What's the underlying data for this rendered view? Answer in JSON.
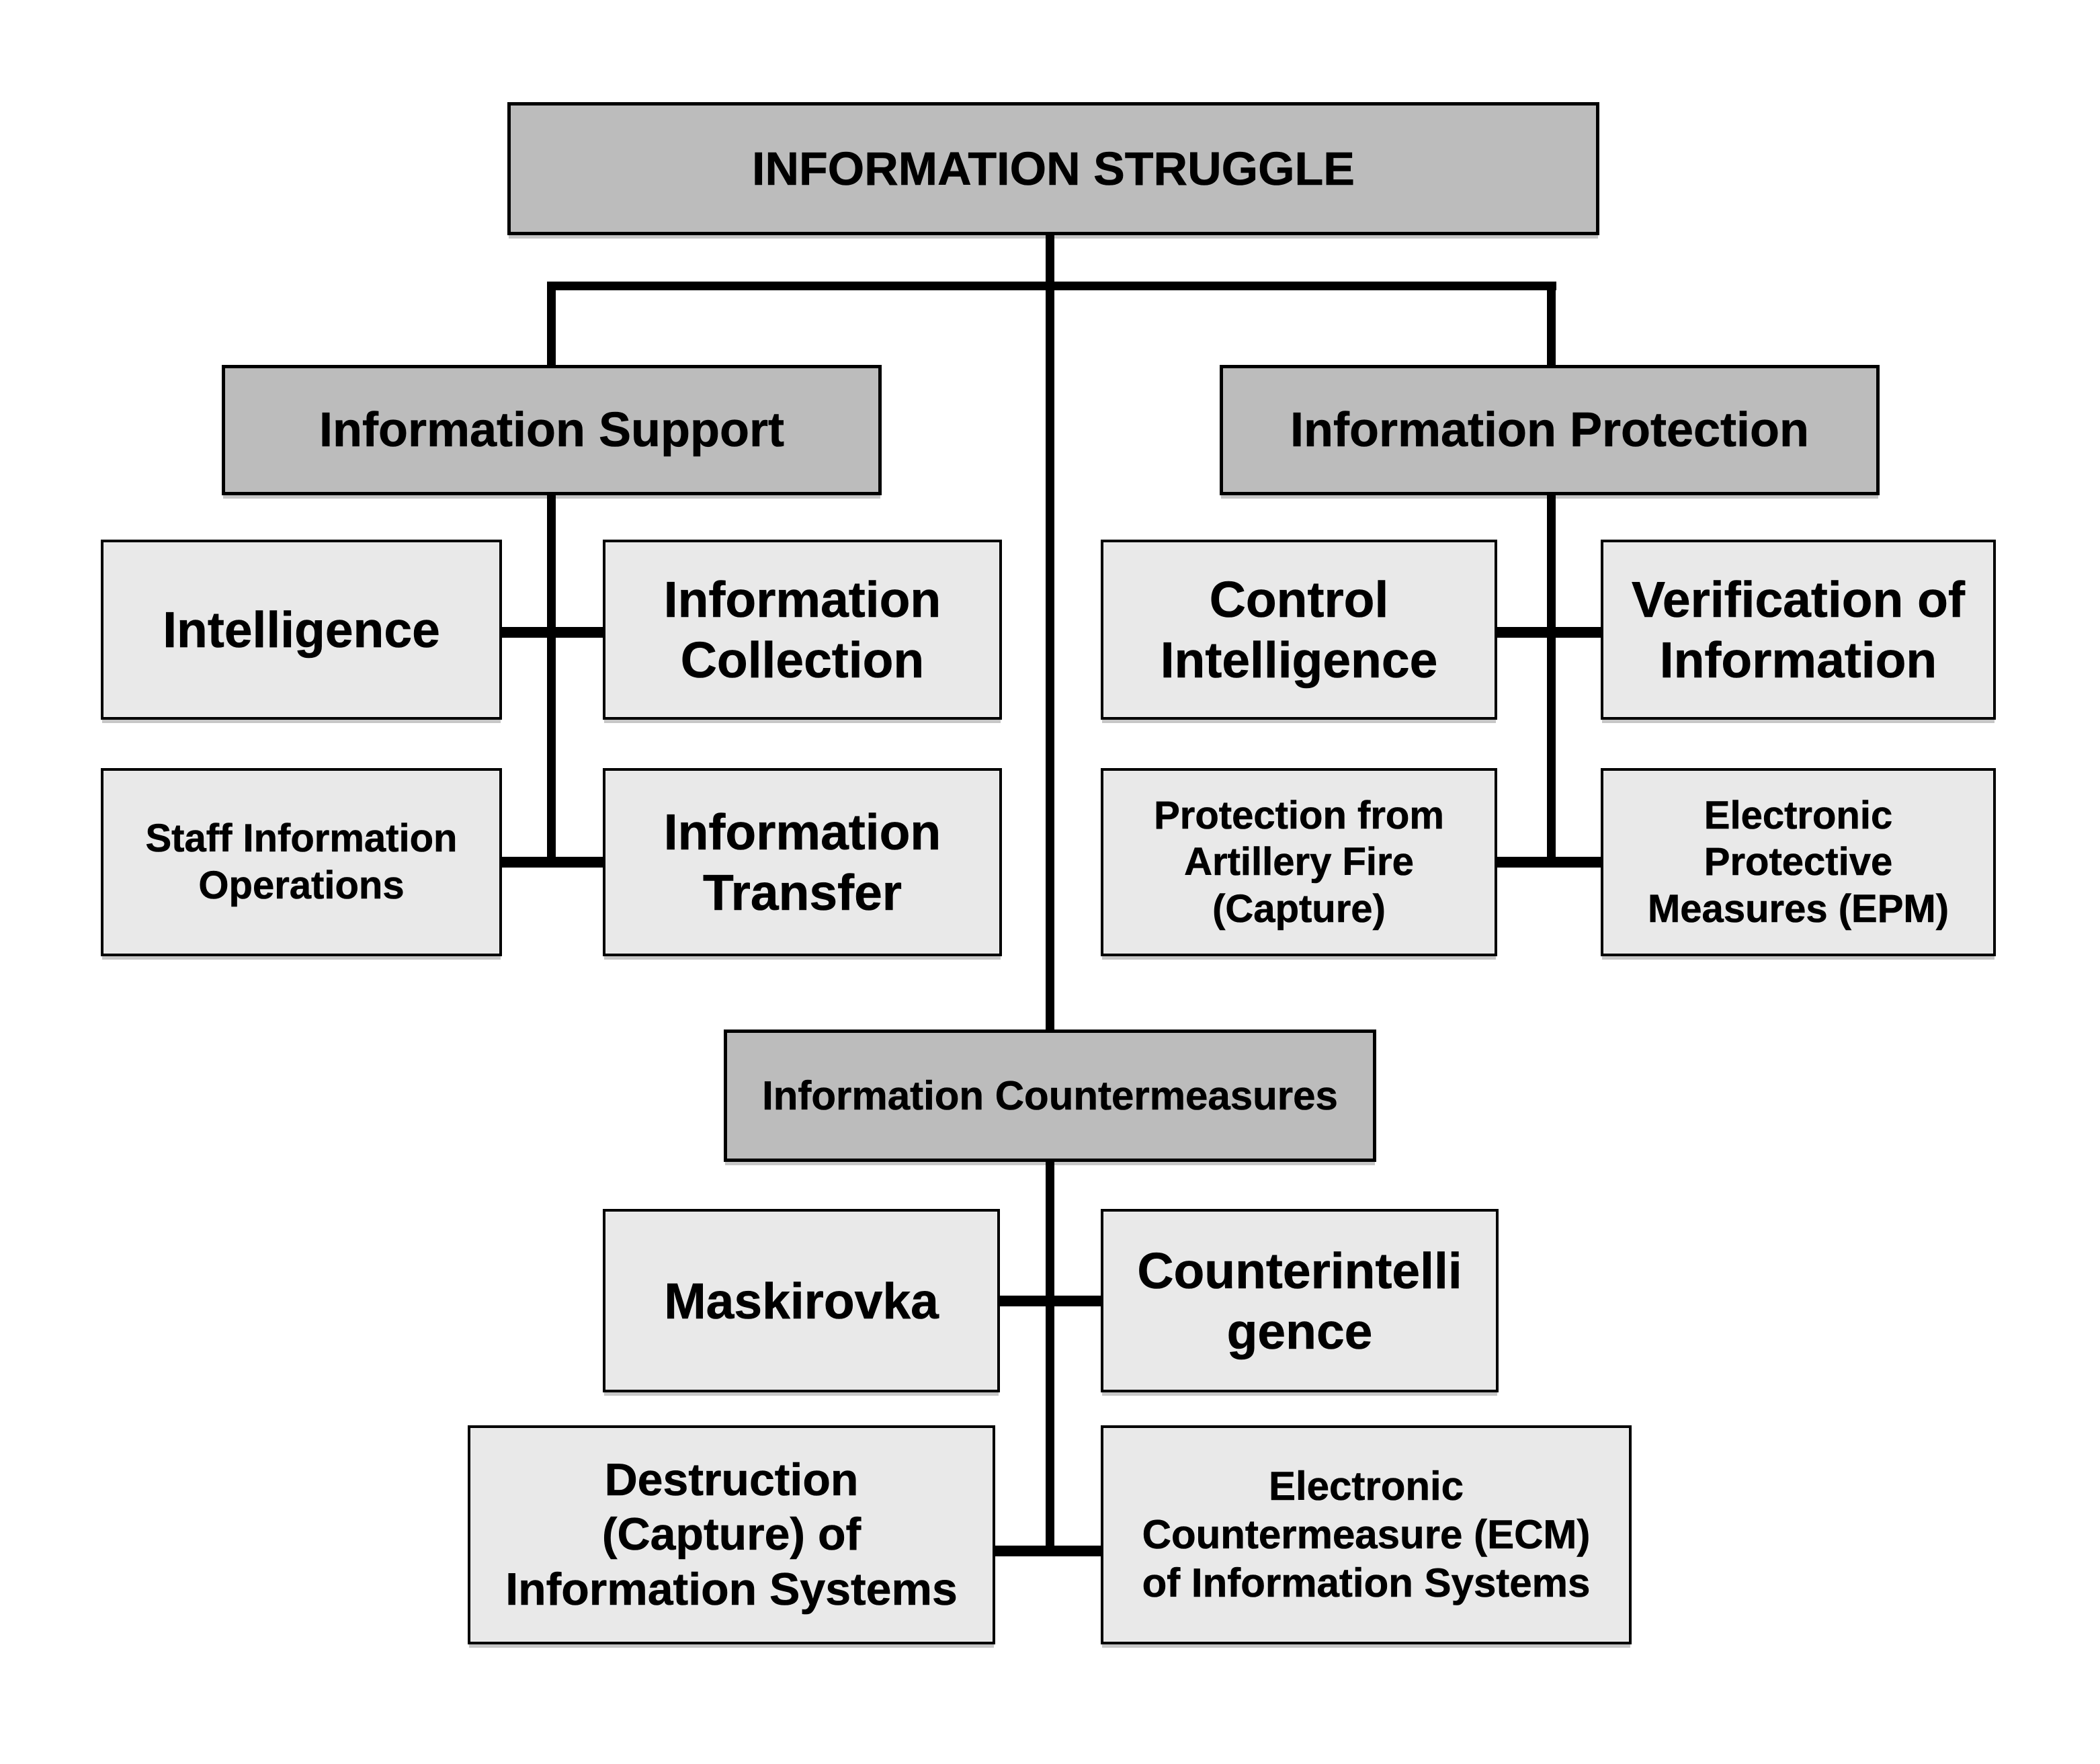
{
  "colors": {
    "background": "#ffffff",
    "header_fill": "#bcbcbc",
    "child_fill": "#e9e9e9",
    "ink": "#000000"
  },
  "tree": {
    "root": {
      "label": "INFORMATION STRUGGLE"
    },
    "branches": [
      {
        "id": "support",
        "label": "Information Support",
        "children": [
          {
            "label": "Intelligence"
          },
          {
            "label": "Information\nCollection"
          },
          {
            "label": "Staff Information\nOperations"
          },
          {
            "label": "Information\nTransfer"
          }
        ]
      },
      {
        "id": "protection",
        "label": "Information Protection",
        "children": [
          {
            "label": "Control\nIntelligence"
          },
          {
            "label": "Verification of\nInformation"
          },
          {
            "label": "Protection from\nArtillery Fire\n(Capture)"
          },
          {
            "label": "Electronic\nProtective\nMeasures (EPM)"
          }
        ]
      },
      {
        "id": "countermeasures",
        "label": "Information Countermeasures",
        "children": [
          {
            "label": "Maskirovka"
          },
          {
            "label": "Counterintelli\ngence"
          },
          {
            "label": "Destruction\n(Capture) of\nInformation Systems"
          },
          {
            "label": "Electronic\nCountermeasure (ECM)\nof Information Systems"
          }
        ]
      }
    ]
  }
}
